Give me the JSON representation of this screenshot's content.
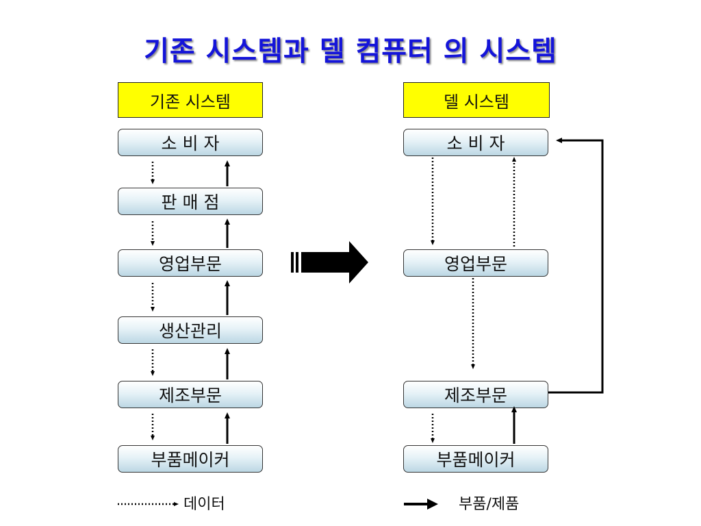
{
  "title": "기존 시스템과 델 컴퓨터 의 시스템",
  "left_system": {
    "header": "기존 시스템",
    "boxes": [
      "소 비 자",
      "판 매 점",
      "영업부문",
      "생산관리",
      "제조부문",
      "부품메이커"
    ]
  },
  "right_system": {
    "header": "델 시스템",
    "boxes": [
      "소 비 자",
      "영업부문",
      "제조부문",
      "부품메이커"
    ]
  },
  "legend": {
    "dotted_label": "데이터",
    "solid_label": "부품/제품"
  }
}
